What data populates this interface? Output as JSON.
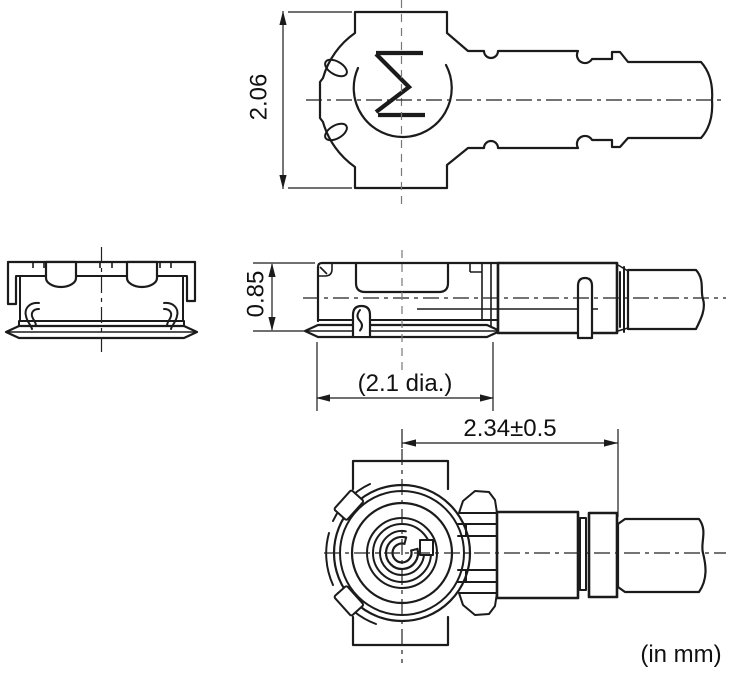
{
  "drawing": {
    "unit_note": "(in mm)",
    "dimensions": {
      "outer_width": "2.06",
      "height": "0.85",
      "flange_diameter": "(2.1 dia.)",
      "center_to_cable_end": "2.34±0.5"
    },
    "colors": {
      "line": "#1b1b1b",
      "background": "#ffffff"
    }
  }
}
